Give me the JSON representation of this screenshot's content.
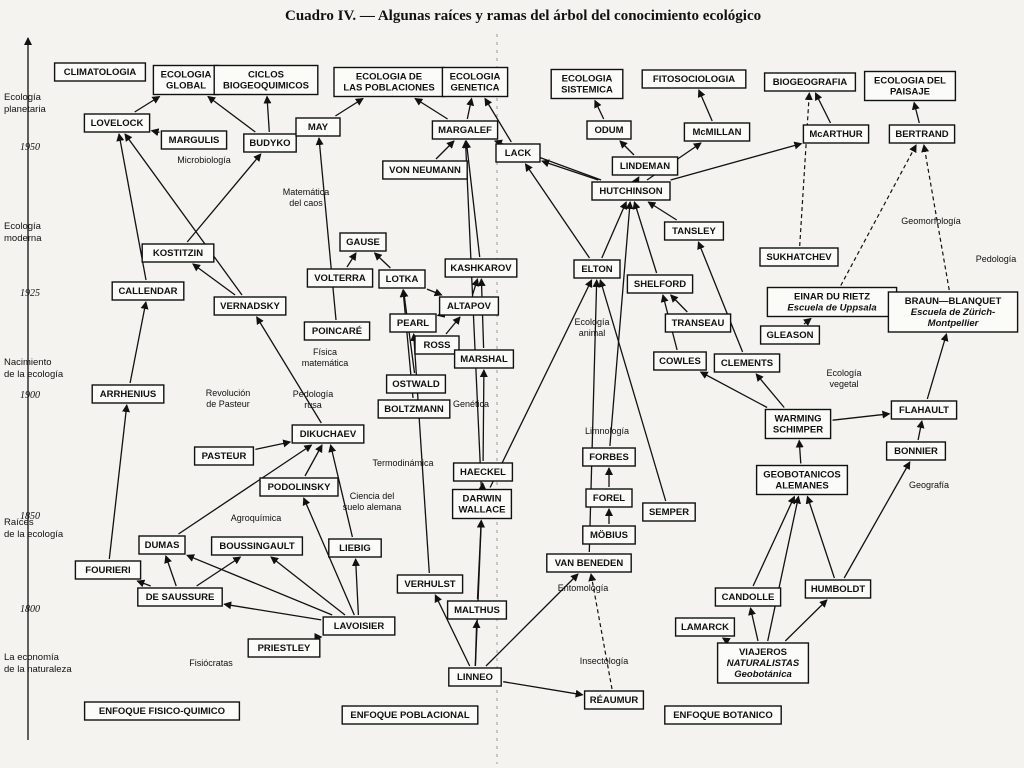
{
  "title": "Cuadro IV. — Algunas raíces y ramas del árbol del conocimiento ecológico",
  "timeline": {
    "eras": [
      {
        "id": "e1",
        "lines": [
          "Ecología",
          "planetaria"
        ]
      },
      {
        "id": "e2",
        "lines": [
          "Ecología",
          "moderna"
        ]
      },
      {
        "id": "e3",
        "lines": [
          "Nacimiento",
          "de la ecología"
        ]
      },
      {
        "id": "e4",
        "lines": [
          "Raíces",
          "de la ecología"
        ]
      },
      {
        "id": "e5",
        "lines": [
          "La economía",
          "de la naturaleza"
        ]
      }
    ],
    "years": [
      "1950",
      "1925",
      "1900",
      "1850",
      "1800"
    ]
  },
  "nodes": [
    {
      "id": "climatologia",
      "text": [
        "CLIMATOLOGIA"
      ]
    },
    {
      "id": "ecologia_global",
      "text": [
        "ECOLOGIA",
        "GLOBAL"
      ]
    },
    {
      "id": "ciclos",
      "text": [
        "CICLOS",
        "BIOGEOQUIMICOS"
      ]
    },
    {
      "id": "ecol_poblaciones",
      "text": [
        "ECOLOGIA DE",
        "LAS POBLACIONES"
      ]
    },
    {
      "id": "ecol_genetica",
      "text": [
        "ECOLOGIA",
        "GENETICA"
      ]
    },
    {
      "id": "ecol_sistemica",
      "text": [
        "ECOLOGIA",
        "SISTEMICA"
      ]
    },
    {
      "id": "fitosociologia",
      "text": [
        "FITOSOCIOLOGIA"
      ]
    },
    {
      "id": "biogeografia",
      "text": [
        "BIOGEOGRAFIA"
      ]
    },
    {
      "id": "ecol_paisaje",
      "text": [
        "ECOLOGIA DEL",
        "PAISAJE"
      ]
    },
    {
      "id": "lovelock",
      "text": [
        "LOVELOCK"
      ]
    },
    {
      "id": "margulis",
      "text": [
        "MARGULIS"
      ]
    },
    {
      "id": "budyko",
      "text": [
        "BUDYKO"
      ]
    },
    {
      "id": "may",
      "text": [
        "MAY"
      ]
    },
    {
      "id": "margalef",
      "text": [
        "MARGALEF"
      ]
    },
    {
      "id": "odum",
      "text": [
        "ODUM"
      ]
    },
    {
      "id": "mcmillan",
      "text": [
        "McMILLAN"
      ]
    },
    {
      "id": "mcarthur",
      "text": [
        "McARTHUR"
      ]
    },
    {
      "id": "bertrand",
      "text": [
        "BERTRAND"
      ]
    },
    {
      "id": "lack",
      "text": [
        "LACK"
      ]
    },
    {
      "id": "von_neumann",
      "text": [
        "VON NEUMANN"
      ]
    },
    {
      "id": "lindeman",
      "text": [
        "LINDEMAN"
      ]
    },
    {
      "id": "hutchinson",
      "text": [
        "HUTCHINSON"
      ]
    },
    {
      "id": "kostitzin",
      "text": [
        "KOSTITZIN"
      ]
    },
    {
      "id": "gause",
      "text": [
        "GAUSE"
      ]
    },
    {
      "id": "tansley",
      "text": [
        "TANSLEY"
      ]
    },
    {
      "id": "sukhatchev",
      "text": [
        "SUKHATCHEV"
      ]
    },
    {
      "id": "callendar",
      "text": [
        "CALLENDAR"
      ]
    },
    {
      "id": "vernadsky",
      "text": [
        "VERNADSKY"
      ]
    },
    {
      "id": "volterra",
      "text": [
        "VOLTERRA"
      ]
    },
    {
      "id": "lotka",
      "text": [
        "LOTKA"
      ]
    },
    {
      "id": "kashkarov",
      "text": [
        "KASHKAROV"
      ]
    },
    {
      "id": "elton",
      "text": [
        "ELTON"
      ]
    },
    {
      "id": "shelford",
      "text": [
        "SHELFORD"
      ]
    },
    {
      "id": "du_rietz",
      "text": [
        "EINAR DU RIETZ",
        "Escuela de Uppsala"
      ]
    },
    {
      "id": "braun",
      "text": [
        "BRAUN—BLANQUET",
        "Escuela de Zürich-",
        "Montpellier"
      ]
    },
    {
      "id": "poincare",
      "text": [
        "POINCARÉ"
      ]
    },
    {
      "id": "pearl",
      "text": [
        "PEARL"
      ]
    },
    {
      "id": "altapov",
      "text": [
        "ALTAPOV"
      ]
    },
    {
      "id": "ross",
      "text": [
        "ROSS"
      ]
    },
    {
      "id": "transeau",
      "text": [
        "TRANSEAU"
      ]
    },
    {
      "id": "gleason",
      "text": [
        "GLEASON"
      ]
    },
    {
      "id": "marshal",
      "text": [
        "MARSHAL"
      ]
    },
    {
      "id": "cowles",
      "text": [
        "COWLES"
      ]
    },
    {
      "id": "clements",
      "text": [
        "CLEMENTS"
      ]
    },
    {
      "id": "ostwald",
      "text": [
        "OSTWALD"
      ]
    },
    {
      "id": "arrhenius",
      "text": [
        "ARRHENIUS"
      ]
    },
    {
      "id": "boltzmann",
      "text": [
        "BOLTZMANN"
      ]
    },
    {
      "id": "flahault",
      "text": [
        "FLAHAULT"
      ]
    },
    {
      "id": "warming",
      "text": [
        "WARMING",
        "SCHIMPER"
      ]
    },
    {
      "id": "dikuchaev",
      "text": [
        "DIKUCHAEV"
      ]
    },
    {
      "id": "pasteur",
      "text": [
        "PASTEUR"
      ]
    },
    {
      "id": "bonnier",
      "text": [
        "BONNIER"
      ]
    },
    {
      "id": "haeckel",
      "text": [
        "HAECKEL"
      ]
    },
    {
      "id": "forbes",
      "text": [
        "FORBES"
      ]
    },
    {
      "id": "podolinsky",
      "text": [
        "PODOLINSKY"
      ]
    },
    {
      "id": "geobotanicos",
      "text": [
        "GEOBOTANICOS",
        "ALEMANES"
      ]
    },
    {
      "id": "darwin",
      "text": [
        "DARWIN",
        "WALLACE"
      ]
    },
    {
      "id": "forel",
      "text": [
        "FOREL"
      ]
    },
    {
      "id": "semper",
      "text": [
        "SEMPER"
      ]
    },
    {
      "id": "mobius",
      "text": [
        "MÖBIUS"
      ]
    },
    {
      "id": "dumas",
      "text": [
        "DUMAS"
      ]
    },
    {
      "id": "boussingault",
      "text": [
        "BOUSSINGAULT"
      ]
    },
    {
      "id": "liebig",
      "text": [
        "LIEBIG"
      ]
    },
    {
      "id": "van_beneden",
      "text": [
        "VAN BENEDEN"
      ]
    },
    {
      "id": "fourieri",
      "text": [
        "FOURIERI"
      ]
    },
    {
      "id": "verhulst",
      "text": [
        "VERHULST"
      ]
    },
    {
      "id": "de_saussure",
      "text": [
        "DE SAUSSURE"
      ]
    },
    {
      "id": "candolle",
      "text": [
        "CANDOLLE"
      ]
    },
    {
      "id": "humboldt",
      "text": [
        "HUMBOLDT"
      ]
    },
    {
      "id": "malthus",
      "text": [
        "MALTHUS"
      ]
    },
    {
      "id": "lavoisier",
      "text": [
        "LAVOISIER"
      ]
    },
    {
      "id": "lamarck",
      "text": [
        "LAMARCK"
      ]
    },
    {
      "id": "priestley",
      "text": [
        "PRIESTLEY"
      ]
    },
    {
      "id": "viajeros",
      "text": [
        "VIAJEROS",
        "NATURALISTAS",
        "Geobotánica"
      ]
    },
    {
      "id": "linneo",
      "text": [
        "LINNEO"
      ]
    },
    {
      "id": "reaumur",
      "text": [
        "RÉAUMUR"
      ]
    },
    {
      "id": "enf_fisico",
      "text": [
        "ENFOQUE FISICO-QUIMICO"
      ]
    },
    {
      "id": "enf_poblacional",
      "text": [
        "ENFOQUE POBLACIONAL"
      ]
    },
    {
      "id": "enf_botanico",
      "text": [
        "ENFOQUE BOTANICO"
      ]
    }
  ],
  "labels": [
    {
      "id": "microbiologia",
      "text": [
        "Microbiología"
      ]
    },
    {
      "id": "matematica_caos",
      "text": [
        "Matemática",
        "del caos"
      ]
    },
    {
      "id": "fisica_matematica",
      "text": [
        "Física",
        "matemática"
      ]
    },
    {
      "id": "revolucion_pasteur",
      "text": [
        "Revolución",
        "de Pasteur"
      ]
    },
    {
      "id": "pedologia_rusa",
      "text": [
        "Pedología",
        "rusa"
      ]
    },
    {
      "id": "termodinamica",
      "text": [
        "Termodinámica"
      ]
    },
    {
      "id": "ciencia_suelo",
      "text": [
        "Ciencia del",
        "suelo alemana"
      ]
    },
    {
      "id": "agroquimica",
      "text": [
        "Agroquímica"
      ]
    },
    {
      "id": "fisiocratas",
      "text": [
        "Fisiócratas"
      ]
    },
    {
      "id": "genetica",
      "text": [
        "Genética"
      ]
    },
    {
      "id": "ecologia_animal",
      "text": [
        "Ecología",
        "animal"
      ]
    },
    {
      "id": "limnologia",
      "text": [
        "Limnología"
      ]
    },
    {
      "id": "entomologia",
      "text": [
        "Entomología"
      ]
    },
    {
      "id": "insectologia",
      "text": [
        "Insectología"
      ]
    },
    {
      "id": "geomorfologia",
      "text": [
        "Geomorfología"
      ]
    },
    {
      "id": "pedologia",
      "text": [
        "Pedología"
      ]
    },
    {
      "id": "ecologia_vegetal",
      "text": [
        "Ecología",
        "vegetal"
      ]
    },
    {
      "id": "geografia",
      "text": [
        "Geografía"
      ]
    }
  ],
  "edges": [
    [
      "lovelock",
      "ecologia_global"
    ],
    [
      "margulis",
      "lovelock"
    ],
    [
      "budyko",
      "ecologia_global"
    ],
    [
      "budyko",
      "ciclos"
    ],
    [
      "kostitzin",
      "budyko"
    ],
    [
      "vernadsky",
      "kostitzin"
    ],
    [
      "vernadsky",
      "lovelock"
    ],
    [
      "callendar",
      "lovelock"
    ],
    [
      "arrhenius",
      "callendar"
    ],
    [
      "fourieri",
      "arrhenius"
    ],
    [
      "dikuchaev",
      "vernadsky"
    ],
    [
      "poincare",
      "may"
    ],
    [
      "may",
      "ecol_poblaciones"
    ],
    [
      "margalef",
      "ecol_poblaciones"
    ],
    [
      "margalef",
      "ecol_genetica"
    ],
    [
      "lack",
      "ecol_genetica"
    ],
    [
      "von_neumann",
      "margalef"
    ],
    [
      "hutchinson",
      "lack"
    ],
    [
      "hutchinson",
      "margalef"
    ],
    [
      "lindeman",
      "odum"
    ],
    [
      "odum",
      "ecol_sistemica"
    ],
    [
      "hutchinson",
      "lindeman"
    ],
    [
      "hutchinson",
      "mcmillan"
    ],
    [
      "hutchinson",
      "mcarthur"
    ],
    [
      "mcmillan",
      "fitosociologia"
    ],
    [
      "mcarthur",
      "biogeografia"
    ],
    [
      "bertrand",
      "ecol_paisaje"
    ],
    [
      "tansley",
      "hutchinson"
    ],
    [
      "elton",
      "hutchinson"
    ],
    [
      "elton",
      "lack"
    ],
    [
      "kashkarov",
      "margalef"
    ],
    [
      "volterra",
      "gause"
    ],
    [
      "lotka",
      "gause"
    ],
    [
      "altapov",
      "kashkarov"
    ],
    [
      "pearl",
      "altapov"
    ],
    [
      "ross",
      "altapov"
    ],
    [
      "lotka",
      "altapov"
    ],
    [
      "ostwald",
      "lotka"
    ],
    [
      "boltzmann",
      "lotka"
    ],
    [
      "marshal",
      "kashkarov"
    ],
    [
      "shelford",
      "hutchinson"
    ],
    [
      "clements",
      "tansley"
    ],
    [
      "transeau",
      "shelford"
    ],
    [
      "cowles",
      "shelford"
    ],
    [
      "warming",
      "cowles"
    ],
    [
      "warming",
      "clements"
    ],
    [
      "warming",
      "flahault"
    ],
    [
      "flahault",
      "braun"
    ],
    [
      "bonnier",
      "flahault"
    ],
    [
      "gleason",
      "du_rietz"
    ],
    [
      "geobotanicos",
      "warming"
    ],
    [
      "humboldt",
      "bonnier"
    ],
    [
      "humboldt",
      "geobotanicos"
    ],
    [
      "candolle",
      "geobotanicos"
    ],
    [
      "viajeros",
      "candolle"
    ],
    [
      "viajeros",
      "humboldt"
    ],
    [
      "viajeros",
      "lamarck"
    ],
    [
      "viajeros",
      "geobotanicos"
    ],
    [
      "pasteur",
      "dikuchaev"
    ],
    [
      "podolinsky",
      "dikuchaev"
    ],
    [
      "dumas",
      "dikuchaev"
    ],
    [
      "liebig",
      "dikuchaev"
    ],
    [
      "de_saussure",
      "fourieri"
    ],
    [
      "de_saussure",
      "dumas"
    ],
    [
      "de_saussure",
      "boussingault"
    ],
    [
      "lavoisier",
      "de_saussure"
    ],
    [
      "lavoisier",
      "dumas"
    ],
    [
      "lavoisier",
      "boussingault"
    ],
    [
      "lavoisier",
      "liebig"
    ],
    [
      "priestley",
      "lavoisier"
    ],
    [
      "lavoisier",
      "podolinsky"
    ],
    [
      "forel",
      "forbes"
    ],
    [
      "mobius",
      "forel"
    ],
    [
      "van_beneden",
      "elton"
    ],
    [
      "forbes",
      "hutchinson"
    ],
    [
      "semper",
      "elton"
    ],
    [
      "haeckel",
      "marshal"
    ],
    [
      "darwin",
      "haeckel"
    ],
    [
      "darwin",
      "elton"
    ],
    [
      "malthus",
      "darwin"
    ],
    [
      "linneo",
      "malthus"
    ],
    [
      "linneo",
      "verhulst"
    ],
    [
      "verhulst",
      "pearl"
    ],
    [
      "linneo",
      "van_beneden"
    ],
    [
      "linneo",
      "darwin"
    ],
    [
      "linneo",
      "reaumur"
    ],
    [
      "darwin",
      "margalef"
    ]
  ],
  "dashed": [
    [
      "reaumur",
      "van_beneden"
    ],
    [
      "sukhatchev",
      "biogeografia"
    ],
    [
      "du_rietz",
      "bertrand"
    ],
    [
      "braun",
      "bertrand"
    ]
  ]
}
